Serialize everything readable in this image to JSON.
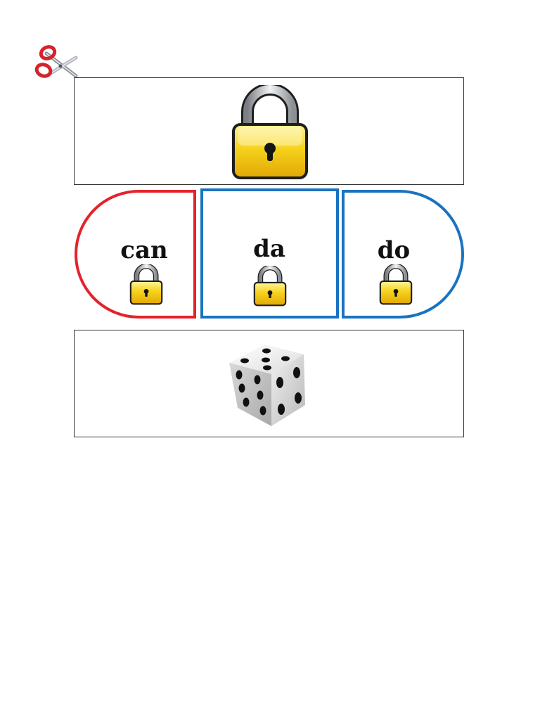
{
  "icons": {
    "scissors": "scissors-icon",
    "lock": "lock-icon",
    "dice": "dice-icon"
  },
  "syllables": [
    {
      "text": "can",
      "border_color": "#e5222b"
    },
    {
      "text": "da",
      "border_color": "#1a73c0"
    },
    {
      "text": "do",
      "border_color": "#1a73c0"
    }
  ]
}
